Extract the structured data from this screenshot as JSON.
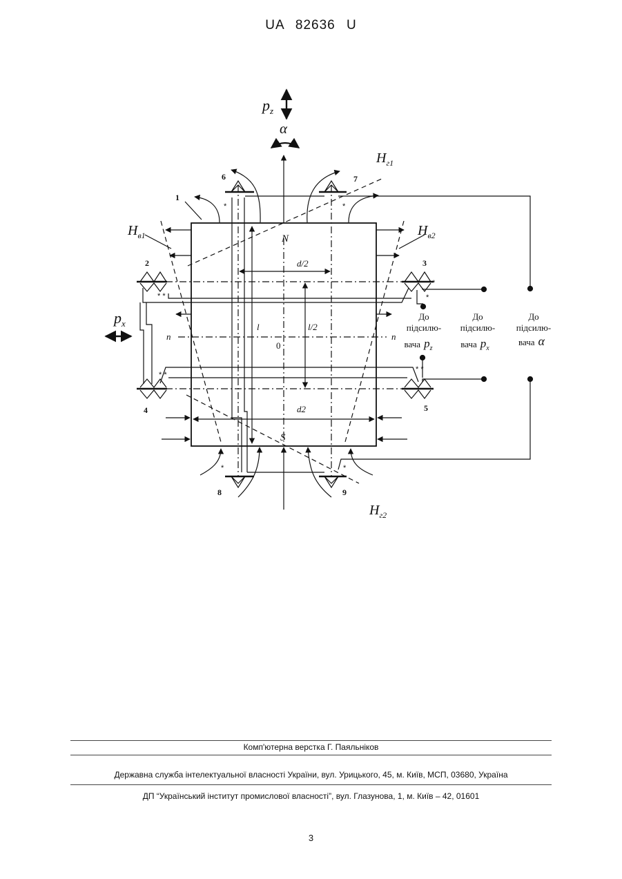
{
  "header": {
    "doc_id": "UA   82636   U"
  },
  "figure": {
    "labels": {
      "pz_sym": "p",
      "pz_sub": "z",
      "alpha": "α",
      "px_sym": "p",
      "px_sub": "x",
      "Hg1_sym": "H",
      "Hg1_sub": "г1",
      "Hg2_sym": "H",
      "Hg2_sub": "г2",
      "Hv1_sym": "H",
      "Hv1_sub": "в1",
      "Hv2_sym": "H",
      "Hv2_sub": "в2",
      "pole_N": "N",
      "pole_S": "S",
      "axis_n_left": "n",
      "axis_n_right": "n",
      "center": "0",
      "dim_d_half": "d/2",
      "dim_l": "l",
      "dim_l_half": "l/2",
      "dim_d2": "d2",
      "num_1": "1",
      "num_2": "2",
      "num_3": "3",
      "num_4": "4",
      "num_5": "5",
      "num_6": "6",
      "num_7": "7",
      "num_8": "8",
      "num_9": "9",
      "star": "*",
      "dstar": "* *"
    },
    "amplifiers": [
      {
        "line1": "До",
        "line2": "підсилю-",
        "line3": "вача",
        "sym": "p",
        "sub": "z"
      },
      {
        "line1": "До",
        "line2": "підсилю-",
        "line3": "вача",
        "sym": "p",
        "sub": "x"
      },
      {
        "line1": "До",
        "line2": "підсилю-",
        "line3": "вача",
        "sym": "α",
        "sub": ""
      }
    ]
  },
  "footer": {
    "line1": "Комп'ютерна верстка Г. Паяльніков",
    "line2": "Державна служба інтелектуальної власності України, вул. Урицького, 45, м. Київ, МСП, 03680, Україна",
    "line3": "ДП “Український інститут промислової власності”, вул. Глазунова, 1, м. Київ – 42, 01601"
  },
  "page_number": "3"
}
